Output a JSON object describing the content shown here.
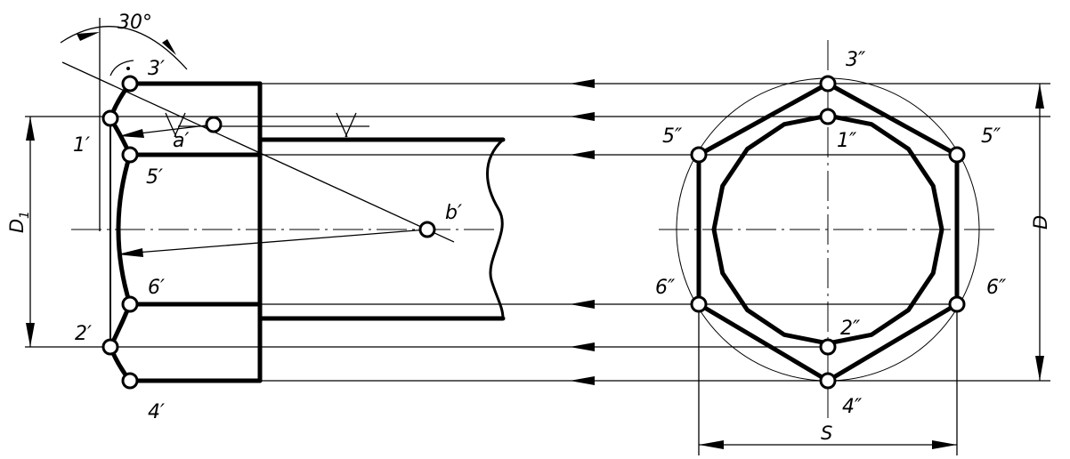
{
  "labels": {
    "angle": "30°",
    "p3p": "3′",
    "p1p": "1′",
    "pap": "a′",
    "p5p": "5′",
    "pbp": "b′",
    "p6p": "6′",
    "p2p": "2′",
    "p4p": "4′",
    "p3pp": "3″",
    "p5ppL": "5″",
    "p1pp": "1″",
    "p5ppR": "5″",
    "p6ppL": "6″",
    "p2pp": "2″",
    "p6ppR": "6″",
    "p4pp": "4″",
    "dimD1": "D",
    "dimD1sub": "1",
    "dimD": "D",
    "dimS": "S"
  }
}
